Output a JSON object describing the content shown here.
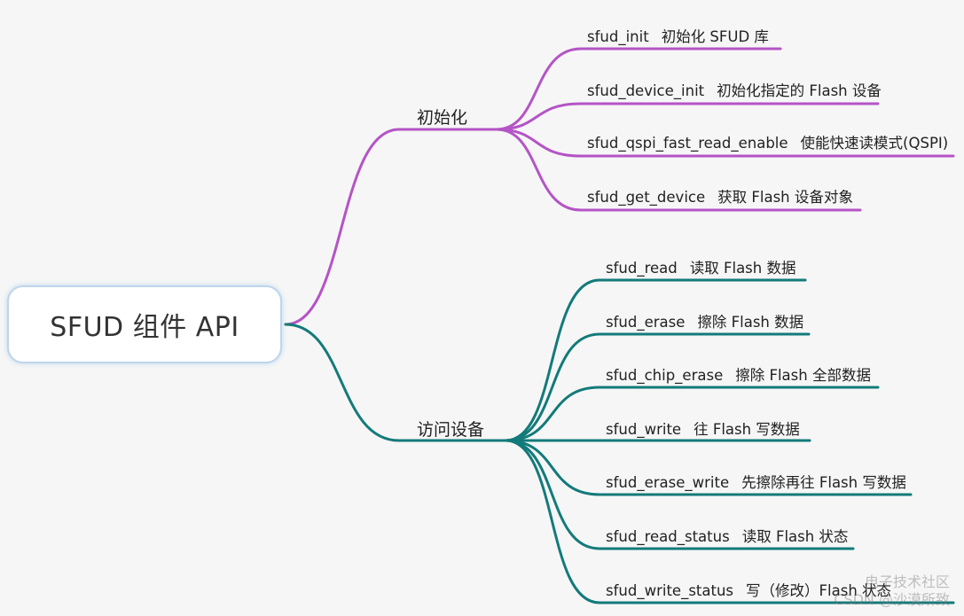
{
  "colors": {
    "background": "#f6f6f6",
    "init_branch": "#b454c6",
    "access_branch": "#137a7a",
    "root_border": "#bcd6ec"
  },
  "root": {
    "label": "SFUD 组件 API"
  },
  "branches": [
    {
      "label": "初始化",
      "items": [
        {
          "fn": "sfud_init",
          "desc": "初始化 SFUD 库"
        },
        {
          "fn": "sfud_device_init",
          "desc": "初始化指定的 Flash 设备"
        },
        {
          "fn": "sfud_qspi_fast_read_enable",
          "desc": "使能快速读模式(QSPI)"
        },
        {
          "fn": "sfud_get_device",
          "desc": "获取 Flash 设备对象"
        }
      ]
    },
    {
      "label": "访问设备",
      "items": [
        {
          "fn": "sfud_read",
          "desc": "读取 Flash 数据"
        },
        {
          "fn": "sfud_erase",
          "desc": "擦除 Flash 数据"
        },
        {
          "fn": "sfud_chip_erase",
          "desc": "擦除 Flash 全部数据"
        },
        {
          "fn": "sfud_write",
          "desc": "往 Flash 写数据"
        },
        {
          "fn": "sfud_erase_write",
          "desc": "先擦除再往 Flash 写数据"
        },
        {
          "fn": "sfud_read_status",
          "desc": "读取 Flash 状态"
        },
        {
          "fn": "sfud_write_status",
          "desc": "写（修改）Flash 状态"
        }
      ]
    }
  ],
  "watermark": {
    "line1": "电子技术社区",
    "line2": "CSDN @沙漠所致"
  }
}
